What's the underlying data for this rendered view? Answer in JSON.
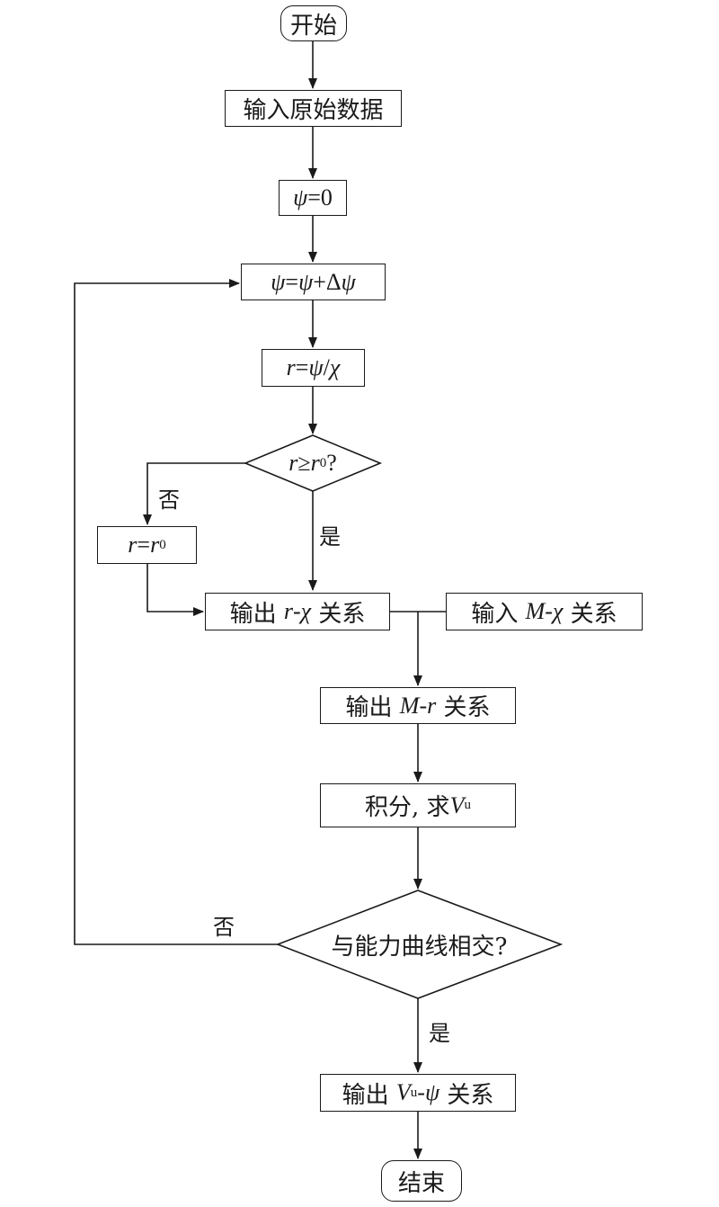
{
  "flowchart": {
    "start": "开始",
    "input_data": "输入原始数据",
    "psi_init": {
      "var": "ψ",
      "eq": "=0"
    },
    "psi_increment": {
      "lhs": "ψ",
      "eq": "=",
      "rhs1": "ψ",
      "plus": "+Δ",
      "rhs2": "ψ"
    },
    "r_calc": {
      "r": "r",
      "eq": "=",
      "psi": "ψ",
      "slash": "/",
      "chi": "χ"
    },
    "decision_r": {
      "r": "r",
      "op": "≥",
      "r0": "r",
      "sub0": "0",
      "q": "?"
    },
    "r_set": {
      "r": "r",
      "eq": "=",
      "r0": "r",
      "sub0": "0"
    },
    "output_r_chi": {
      "prefix": "输出 ",
      "r": "r",
      "dash": "-",
      "chi": "χ",
      "suffix": " 关系"
    },
    "input_m_chi": {
      "prefix": "输入 ",
      "m": "M",
      "dash": "-",
      "chi": "χ",
      "suffix": " 关系"
    },
    "output_m_r": {
      "prefix": "输出 ",
      "m": "M",
      "dash": "-",
      "r": "r",
      "suffix": " 关系"
    },
    "integrate": {
      "prefix": "积分, 求",
      "v": "V",
      "sub": "u"
    },
    "decision_intersect": "与能力曲线相交?",
    "output_vu_psi": {
      "prefix": "输出 ",
      "v": "V",
      "sub": "u",
      "dash": "-",
      "psi": "ψ",
      "suffix": " 关系"
    },
    "end": "结束",
    "labels": {
      "no_1": "否",
      "yes_1": "是",
      "no_2": "否",
      "yes_2": "是"
    }
  }
}
